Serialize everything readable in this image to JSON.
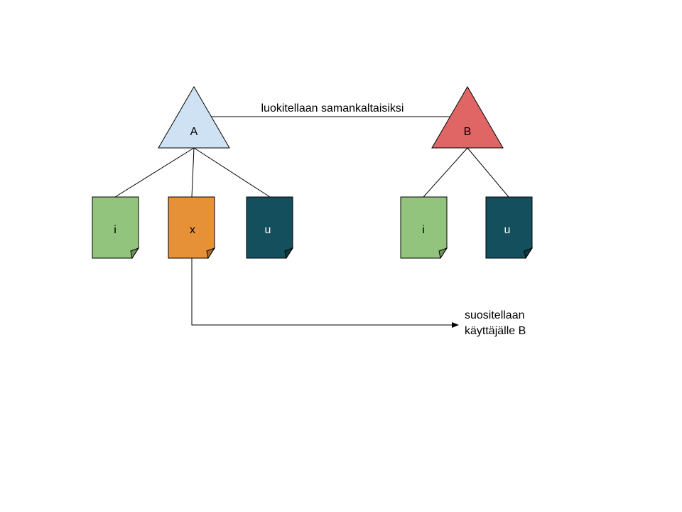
{
  "users": {
    "a": {
      "label": "A",
      "fill": "#cfe2f3"
    },
    "b": {
      "label": "B",
      "fill": "#e06666"
    }
  },
  "similarity_label": "luokitellaan samankaltaisiksi",
  "items_a": [
    {
      "label": "i",
      "fill": "#93c47d"
    },
    {
      "label": "x",
      "fill": "#e69138"
    },
    {
      "label": "u",
      "fill": "#134f5c"
    }
  ],
  "items_b": [
    {
      "label": "i",
      "fill": "#93c47d"
    },
    {
      "label": "u",
      "fill": "#134f5c"
    }
  ],
  "recommendation": {
    "line1": "suositellaan",
    "line2": "käyttäjälle B"
  }
}
